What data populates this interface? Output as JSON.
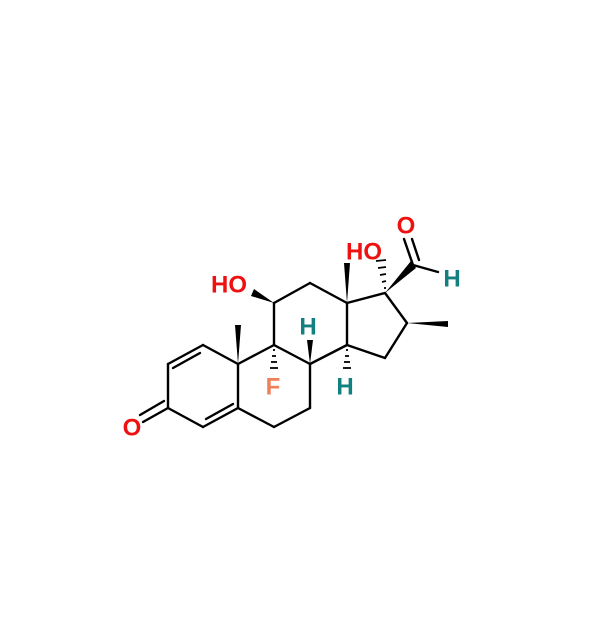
{
  "molecule": {
    "labels": {
      "ketone_o": "O",
      "oh11": "HO",
      "oh17": "HO",
      "aldehyde_o": "O",
      "aldehyde_h": "H",
      "fluorine": "F",
      "h8": "H",
      "h14": "H"
    },
    "colors": {
      "oxygen": "#ee1111",
      "hydrogen": "#11807f",
      "fluorine": "#f0805a",
      "bond": "#000000"
    }
  }
}
